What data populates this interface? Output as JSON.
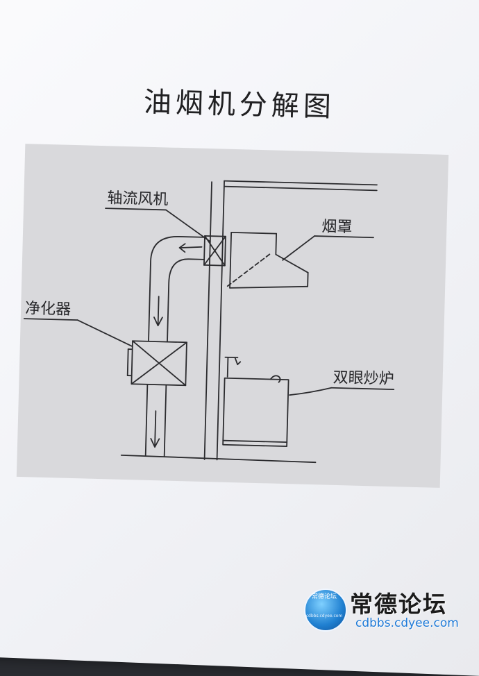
{
  "title": "油烟机分解图",
  "labels": {
    "fan": "轴流风机",
    "hood": "烟罩",
    "purifier": "净化器",
    "stove": "双眼炒炉"
  },
  "logo": {
    "circle_text": "常德论坛",
    "circle_ring": "cdbbs.cdyee.com",
    "brand": "常德论坛",
    "url": "cdbbs.cdyee.com"
  }
}
